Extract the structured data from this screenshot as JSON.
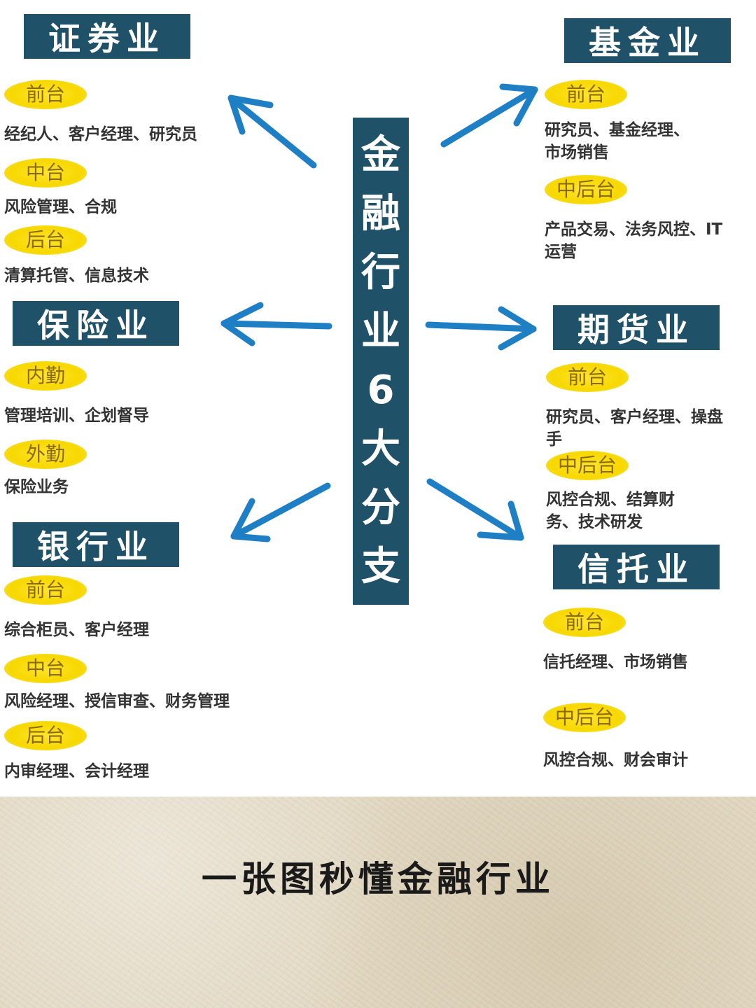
{
  "center": {
    "chars": [
      "金",
      "融",
      "行",
      "业",
      "6",
      "大",
      "分",
      "支"
    ],
    "color": "#1f5168"
  },
  "sectors": {
    "securities": {
      "title": "证券业",
      "tiers": [
        {
          "label": "前台",
          "roles": [
            "经纪人、客户经理、研究员"
          ]
        },
        {
          "label": "中台",
          "roles": [
            "风险管理、合规"
          ]
        },
        {
          "label": "后台",
          "roles": [
            "清算托管、信息技术"
          ]
        }
      ]
    },
    "insurance": {
      "title": "保险业",
      "tiers": [
        {
          "label": "内勤",
          "roles": [
            "管理培训、企划督导"
          ]
        },
        {
          "label": "外勤",
          "roles": [
            "保险业务"
          ]
        }
      ]
    },
    "banking": {
      "title": "银行业",
      "tiers": [
        {
          "label": "前台",
          "roles": [
            "综合柜员、客户经理"
          ]
        },
        {
          "label": "中台",
          "roles": [
            "风险经理、授信审查、财务管理"
          ]
        },
        {
          "label": "后台",
          "roles": [
            "内审经理、会计经理"
          ]
        }
      ]
    },
    "fund": {
      "title": "基金业",
      "tiers": [
        {
          "label": "前台",
          "roles": [
            "研究员、基金经理、",
            "市场销售"
          ]
        },
        {
          "label": "中后台",
          "roles": [
            "产品交易、法务风控、IT",
            "运营"
          ]
        }
      ]
    },
    "futures": {
      "title": "期货业",
      "tiers": [
        {
          "label": "前台",
          "roles": [
            "研究员、客户经理、操盘",
            "手"
          ]
        },
        {
          "label": "中后台",
          "roles": [
            "风控合规、结算财",
            "务、技术研发"
          ]
        }
      ]
    },
    "trust": {
      "title": "信托业",
      "tiers": [
        {
          "label": "前台",
          "roles": [
            "信托经理、市场销售"
          ]
        },
        {
          "label": "中后台",
          "roles": [
            "风控合规、财会审计"
          ]
        }
      ]
    }
  },
  "footer": {
    "title": "一张图秒懂金融行业"
  },
  "colors": {
    "box": "#1f5168",
    "pill": "#f7d800",
    "arrow": "#1f7fc4"
  },
  "icons": {
    "arrow": "arrow-icon"
  }
}
